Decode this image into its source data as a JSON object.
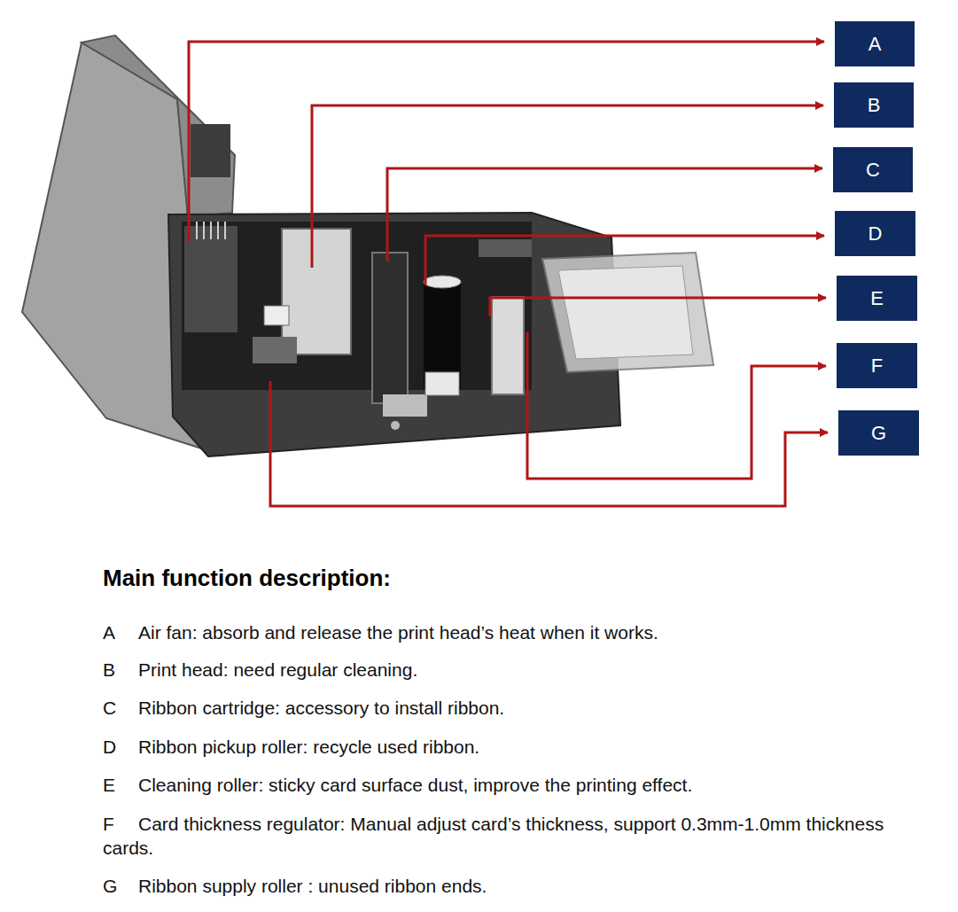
{
  "diagram": {
    "title": "Main function description:",
    "nodes": [
      {
        "text": [
          "A"
        ]
      },
      {
        "text": [
          "B"
        ]
      },
      {
        "text": [
          "C"
        ]
      },
      {
        "text": [
          "D"
        ]
      },
      {
        "text": [
          "E"
        ]
      },
      {
        "text": [
          "F"
        ]
      },
      {
        "text": [
          "G"
        ]
      }
    ],
    "labels": [
      "A",
      "Air fan: absorb and release the print head’s heat when it works.",
      "B",
      "Print head: need regular cleaning.",
      "C",
      "Ribbon cartridge: accessory to install ribbon.",
      "D",
      "Ribbon pickup roller: recycle used ribbon.",
      "E",
      "Cleaning roller: sticky card surface dust, improve the printing effect.",
      "F",
      "Card thickness regulator: Manual adjust card’s thickness, support 0.3mm-1.0mm thickness cards.",
      "G",
      "Ribbon supply roller : unused ribbon ends."
    ]
  }
}
